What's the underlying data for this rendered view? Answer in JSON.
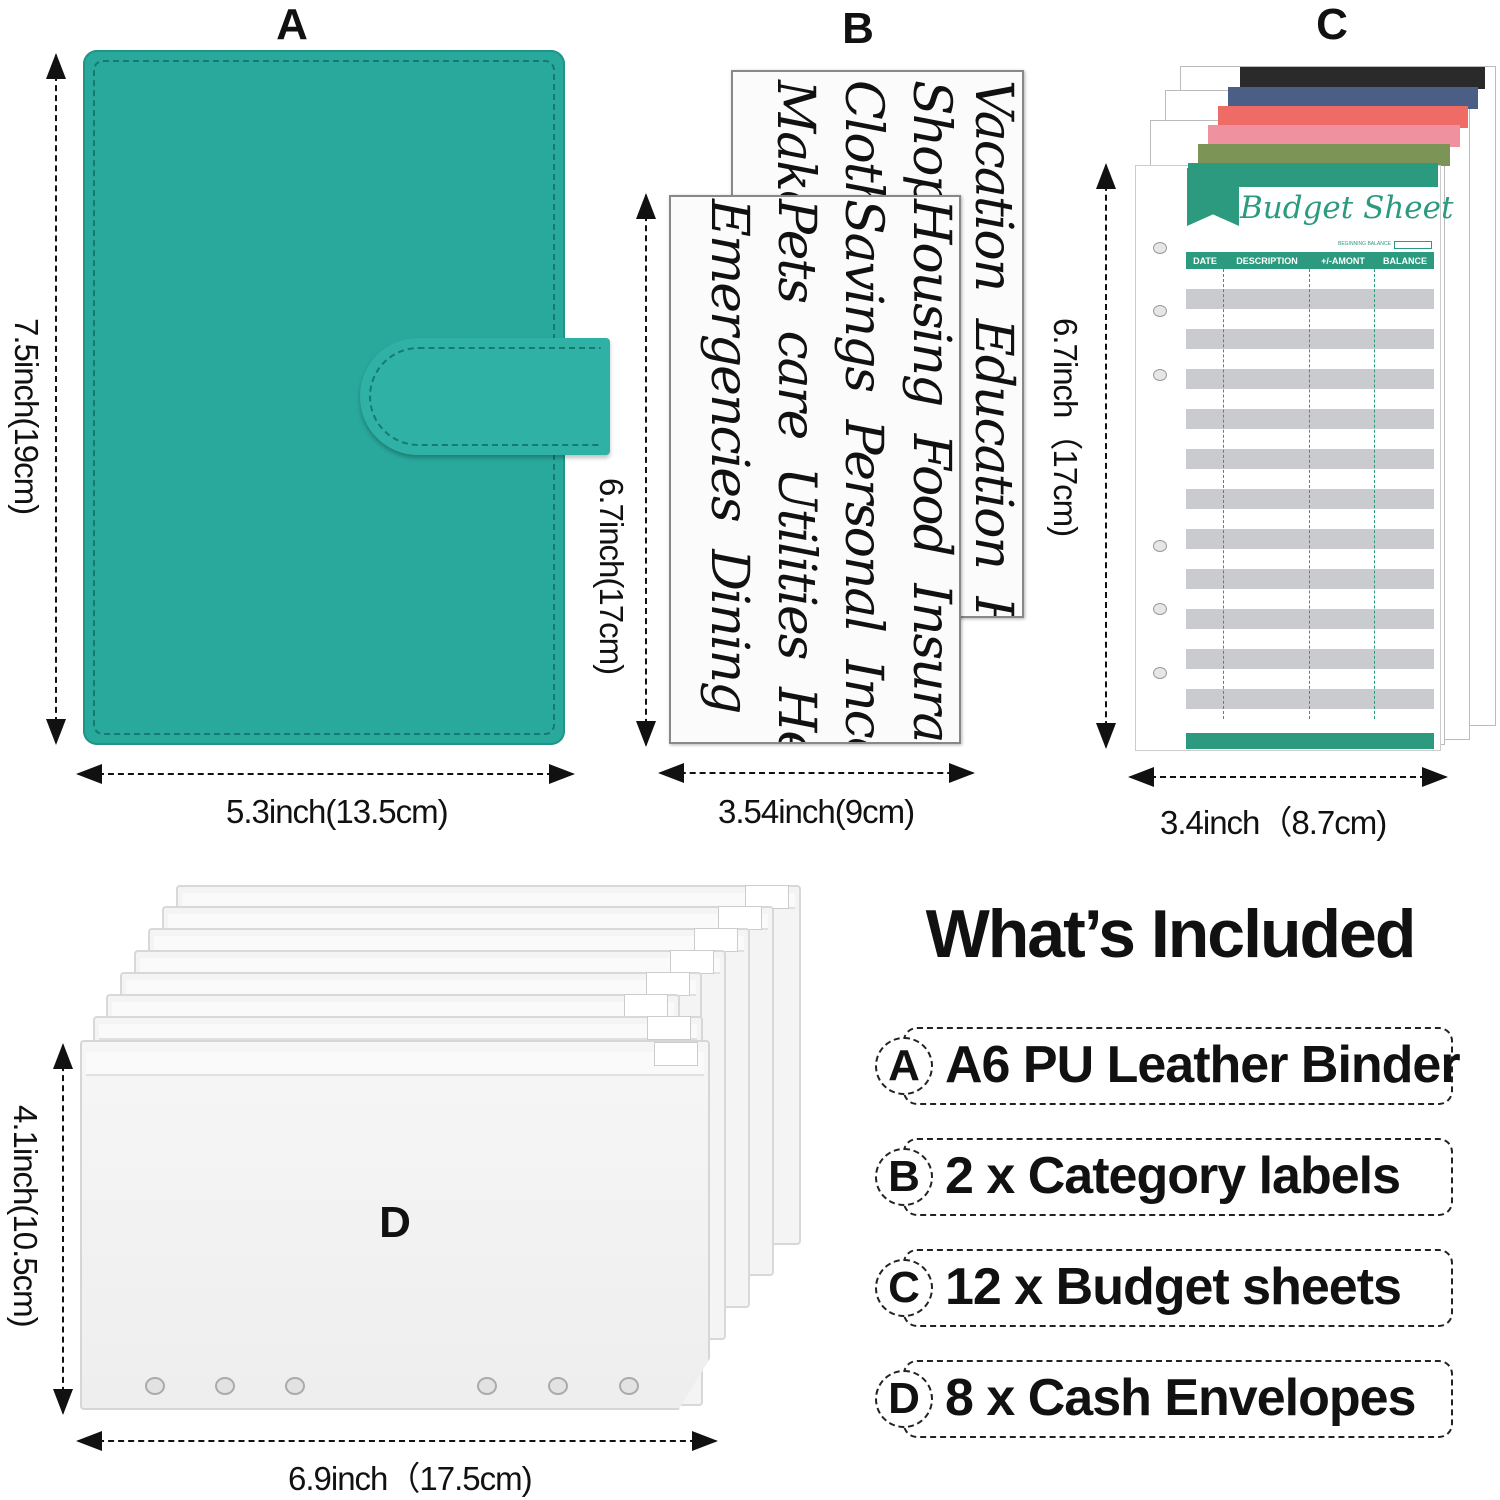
{
  "sections": {
    "a": {
      "letter": "A",
      "height_label": "7.5inch(19cm)",
      "width_label": "5.3inch(13.5cm)"
    },
    "b": {
      "letter": "B",
      "height_label": "6.7inch(17cm)",
      "width_label": "3.54inch(9cm)",
      "back_card_columns": [
        "Vacation Education Rent",
        "Shop",
        "Clothi",
        "Make"
      ],
      "front_card_columns": [
        "Housing Food Insurance",
        "Savings Personal Income",
        "Pets care Utilities Health",
        "Emergencies Dining out"
      ]
    },
    "c": {
      "letter": "C",
      "height_label": "6.7inch（17cm)",
      "width_label": "3.4inch（8.7cm)",
      "sheet_title": "Budget Sheet",
      "beginning_balance": "BEGINNING BALANCE",
      "columns": [
        "DATE",
        "DESCRIPTION",
        "+/-AMONT",
        "BALANCE"
      ],
      "tab_colors": [
        "#2a2a2a",
        "#4b5f86",
        "#ee6b66",
        "#f0919f",
        "#7c9455",
        "#2b9a7f"
      ]
    },
    "d": {
      "letter": "D",
      "height_label": "4.1inch(10.5cm)",
      "width_label": "6.9inch（17.5cm)"
    }
  },
  "included": {
    "title": "What’s Included",
    "items": [
      {
        "letter": "A",
        "text": "A6 PU  Leather Binder"
      },
      {
        "letter": "B",
        "text": "2 x  Category labels"
      },
      {
        "letter": "C",
        "text": "12 x Budget sheets"
      },
      {
        "letter": "D",
        "text": "8 x  Cash Envelopes"
      }
    ]
  },
  "colors": {
    "binder": "#29a99c",
    "sheet_accent": "#2b9a7f"
  }
}
